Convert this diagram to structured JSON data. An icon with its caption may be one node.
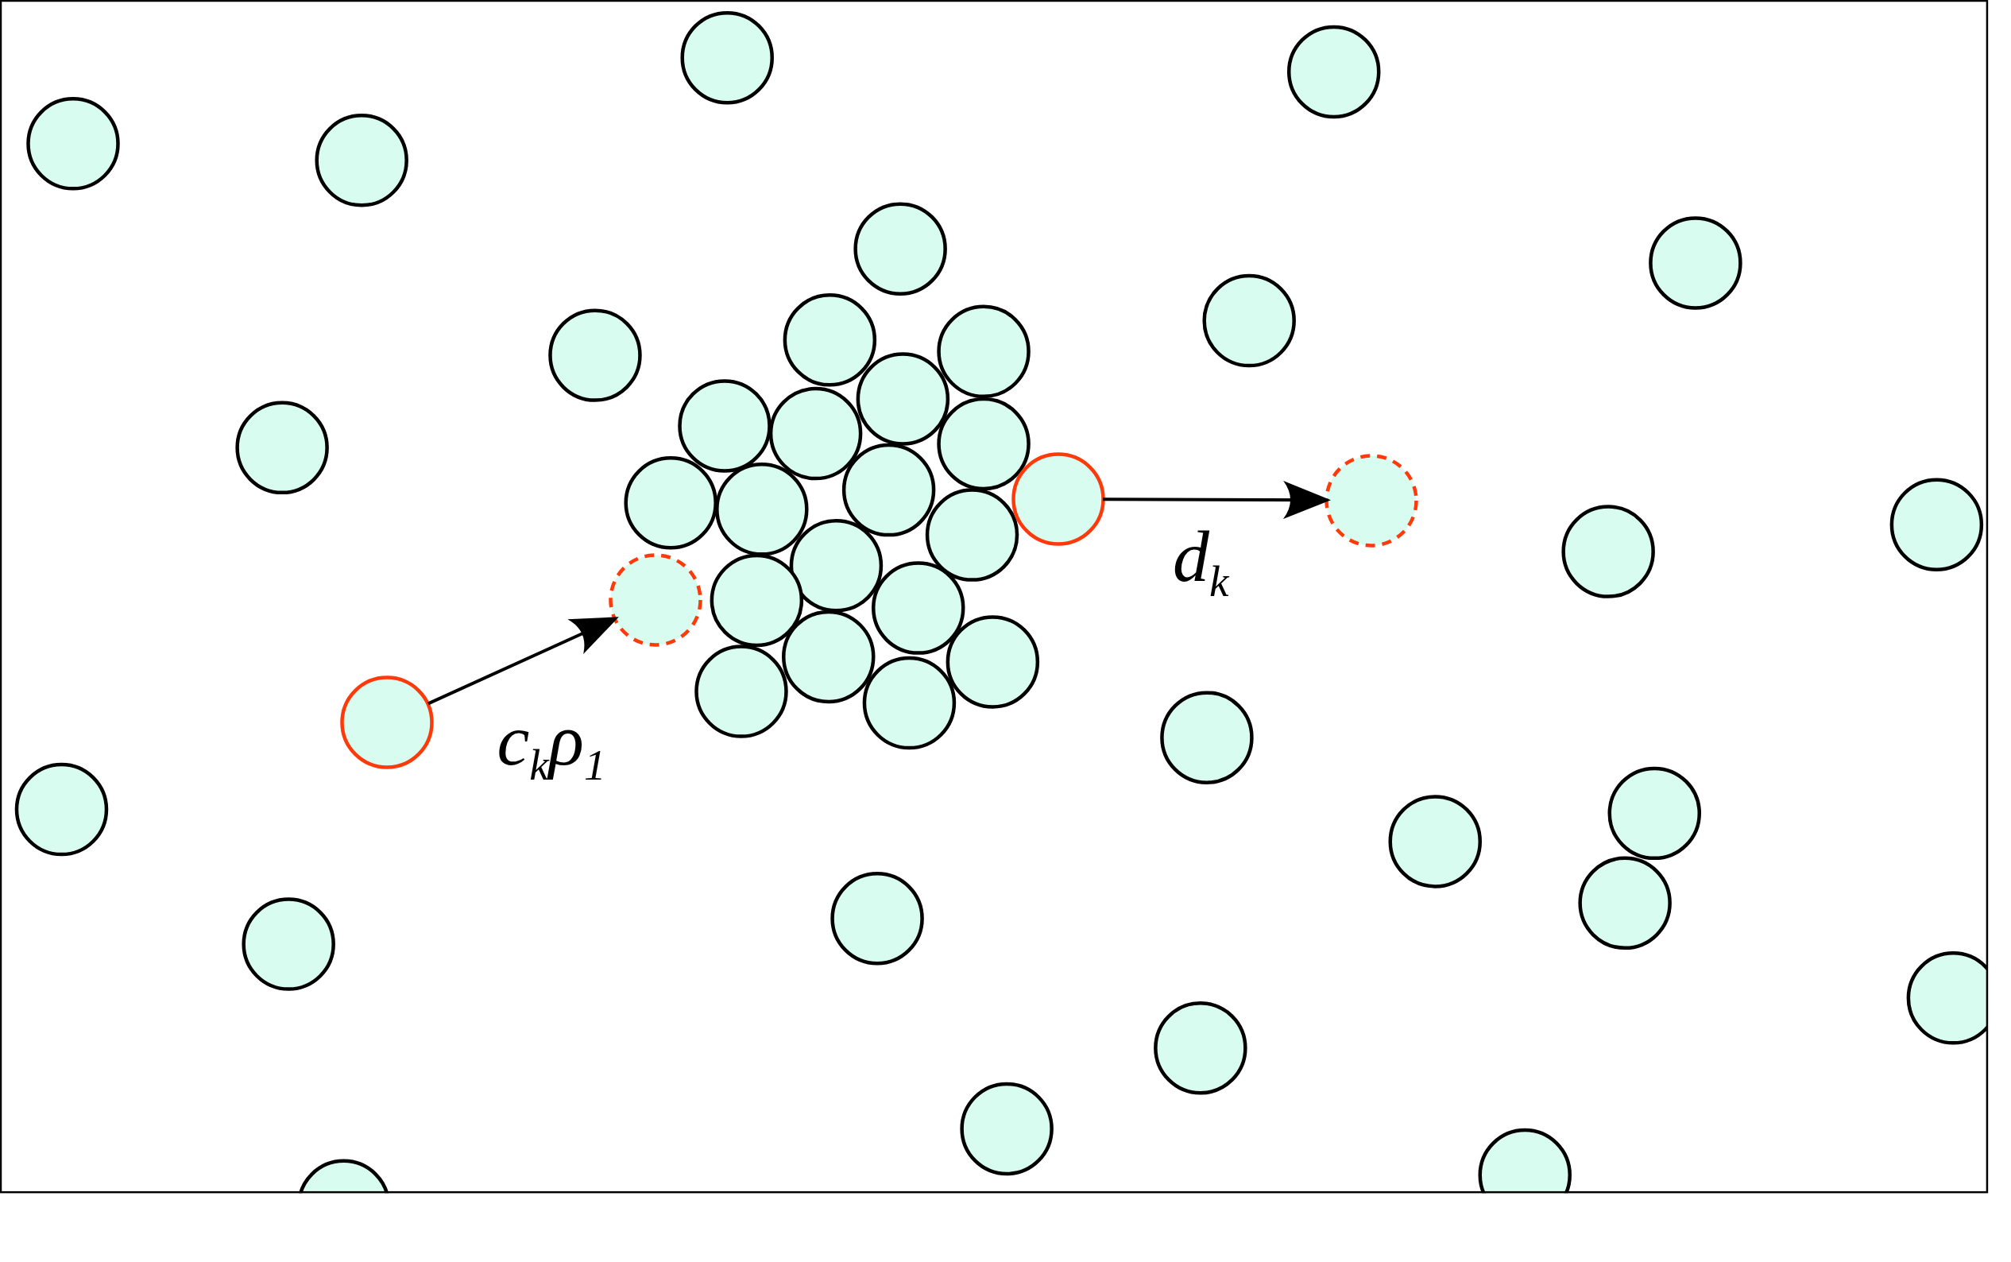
{
  "diagram": {
    "nodes": [
      {
        "text": [],
        "shape": "circle"
      },
      {
        "text": [],
        "shape": "circle"
      },
      {
        "text": [],
        "shape": "circle"
      },
      {
        "text": [],
        "shape": "circle"
      }
    ],
    "edges": [
      {
        "from": 0,
        "to": 1,
        "arrow": "to",
        "label": "c$_{k}$ρ$_{1}$"
      },
      {
        "from": 2,
        "to": 3,
        "arrow": "to",
        "label": "d$_{k}$"
      }
    ]
  }
}
